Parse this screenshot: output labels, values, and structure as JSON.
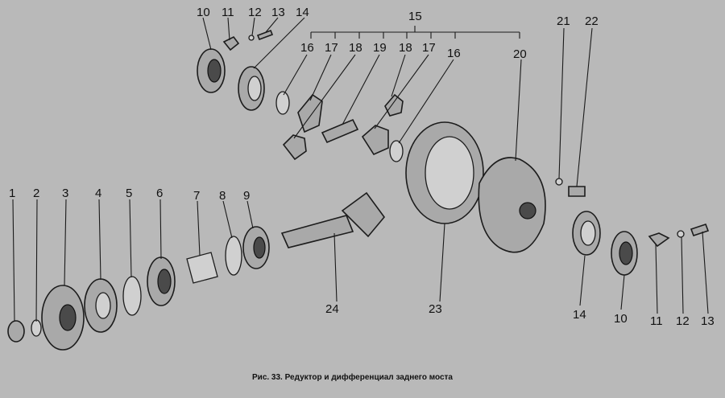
{
  "figure": {
    "caption": "Рис. 33. Редуктор и дифференциал заднего моста",
    "labels": [
      "10",
      "11",
      "12",
      "13",
      "14",
      "15",
      "16",
      "17",
      "18",
      "19",
      "18",
      "17",
      "16",
      "20",
      "21",
      "22",
      "1",
      "2",
      "3",
      "4",
      "5",
      "6",
      "7",
      "8",
      "9",
      "24",
      "23",
      "14",
      "10",
      "11",
      "12",
      "13"
    ]
  }
}
